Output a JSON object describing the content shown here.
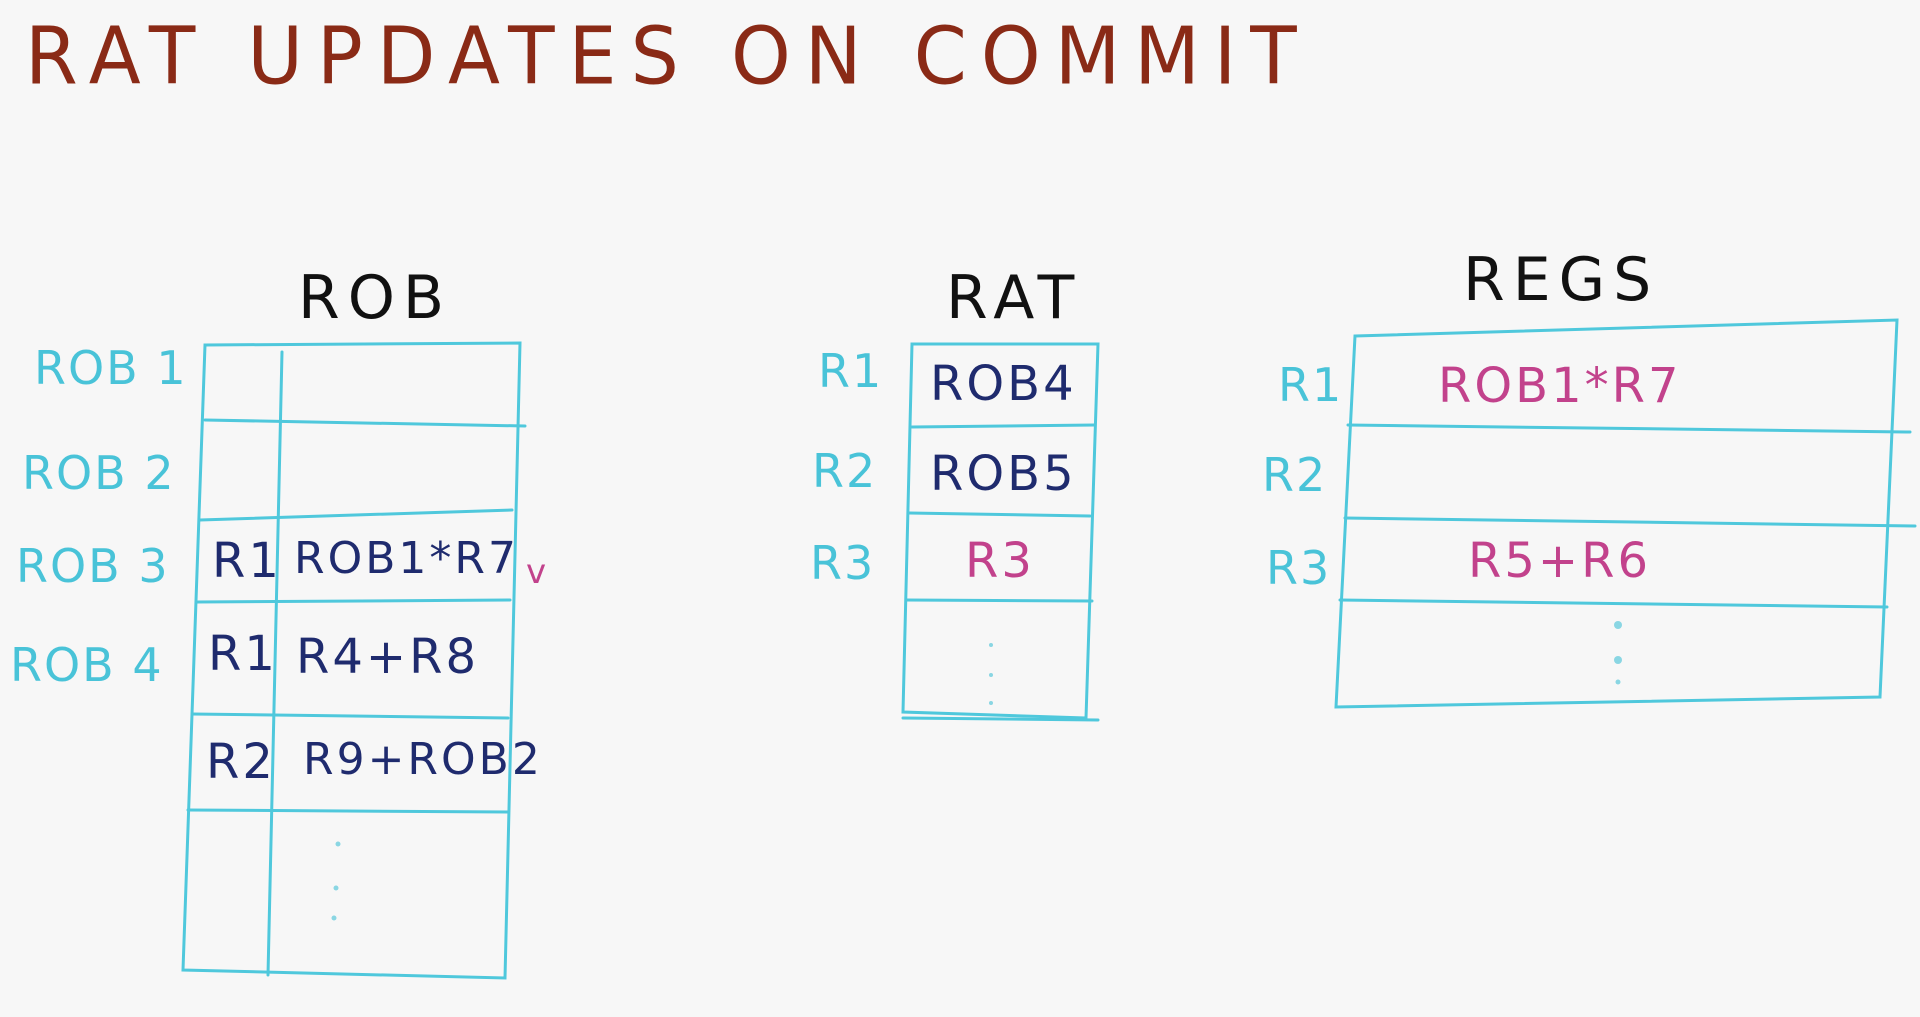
{
  "title": "RAT UPDATES ON COMMIT",
  "rob": {
    "heading": "ROB",
    "row_labels": [
      "ROB 1",
      "ROB 2",
      "ROB 3",
      "ROB 4"
    ],
    "entries": [
      {
        "reg": "",
        "value": ""
      },
      {
        "reg": "",
        "value": ""
      },
      {
        "reg": "R1",
        "value": "ROB1*R7"
      },
      {
        "reg": "R1",
        "value": "R4+R8"
      },
      {
        "reg": "R2",
        "value": "R9+ROB2"
      }
    ],
    "commit_mark": "v"
  },
  "rat": {
    "heading": "RAT",
    "row_labels": [
      "R1",
      "R2",
      "R3"
    ],
    "values": [
      "ROB4",
      "ROB5",
      "R3"
    ]
  },
  "regs": {
    "heading": "REGS",
    "row_labels": [
      "R1",
      "R2",
      "R3"
    ],
    "values": [
      "ROB1*R7",
      "",
      "R5+R6"
    ]
  },
  "colors": {
    "title": "#8a2a16",
    "heading": "#111111",
    "grid": "#4fc8dc",
    "row_label": "#49c3d8",
    "dark_text": "#1f2b6e",
    "pink_text": "#c2428c"
  }
}
